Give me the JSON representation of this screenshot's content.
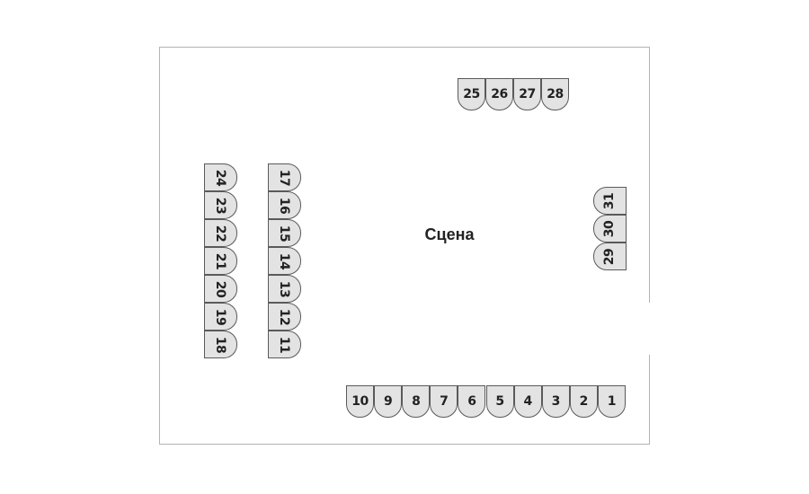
{
  "stage": {
    "label": "Сцена"
  },
  "seats": {
    "top": [
      "25",
      "26",
      "27",
      "28"
    ],
    "bottom": [
      "10",
      "9",
      "8",
      "7",
      "6",
      "5",
      "4",
      "3",
      "2",
      "1"
    ],
    "col_left": [
      "24",
      "23",
      "22",
      "21",
      "20",
      "19",
      "18"
    ],
    "col_mid": [
      "17",
      "16",
      "15",
      "14",
      "13",
      "12",
      "11"
    ],
    "col_right": [
      "31",
      "30",
      "29"
    ]
  },
  "colors": {
    "seat_fill": "#e3e3e3",
    "seat_border": "#5a5a5a",
    "room_border": "#b3b3b3"
  }
}
